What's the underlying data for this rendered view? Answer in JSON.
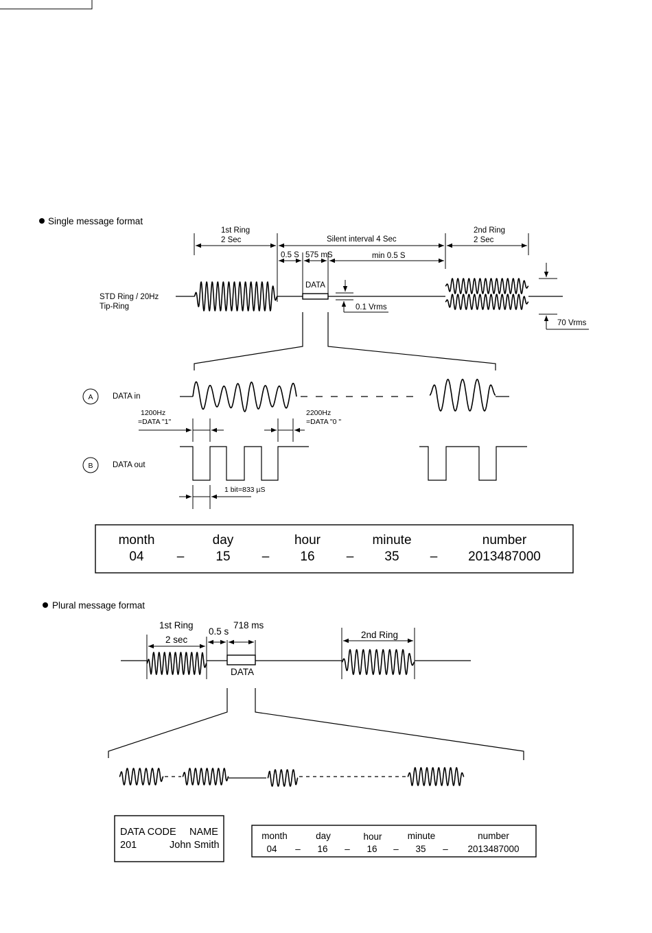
{
  "single": {
    "heading": "Single message format",
    "first_ring": "1st Ring",
    "first_ring_time": "2 Sec",
    "silent_interval": "Silent interval 4 Sec",
    "second_ring": "2nd Ring",
    "second_ring_time": "2 Sec",
    "t_half_s": "0.5 S",
    "t_575": "575 mS",
    "t_min": "min 0.5 S",
    "data": "DATA",
    "std_ring": "STD Ring / 20Hz",
    "tip_ring": "Tip-Ring",
    "v01": "0.1 Vrms",
    "v70": "70 Vrms",
    "circle_a": "A",
    "data_in": "DATA in",
    "circle_b": "B",
    "data_out": "DATA out",
    "hz1200": "1200Hz",
    "data1": "=DATA \"1\"",
    "hz2200": "2200Hz",
    "data0": "=DATA \"0 \"",
    "bit": "1 bit=833 µS",
    "table": {
      "headers": [
        "month",
        "day",
        "hour",
        "minute",
        "number"
      ],
      "values": [
        "04",
        "15",
        "16",
        "35",
        "2013487000"
      ],
      "sep": "–"
    }
  },
  "plural": {
    "heading": "Plural message format",
    "first_ring": "1st Ring",
    "first_ring_time": "2 sec",
    "t_half_s": "0.5 s",
    "t_718": "718 ms",
    "second_ring": "2nd Ring",
    "data": "DATA",
    "code_box": {
      "header_code": "DATA CODE",
      "header_name": "NAME",
      "code": "201",
      "name": "John Smith"
    },
    "table": {
      "headers": [
        "month",
        "day",
        "hour",
        "minute",
        "number"
      ],
      "values": [
        "04",
        "16",
        "16",
        "35",
        "2013487000"
      ],
      "sep": "–"
    }
  }
}
